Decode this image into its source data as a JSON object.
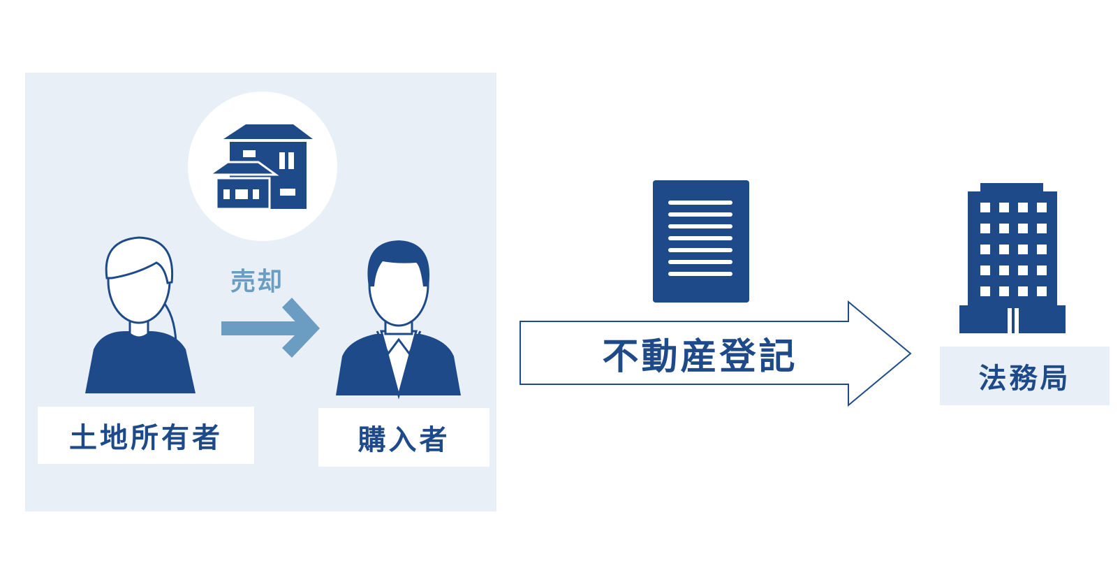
{
  "colors": {
    "navy": "#1e4a8a",
    "panel_bg": "#e8eff7",
    "light_blue": "#6b9dc2",
    "white": "#ffffff"
  },
  "icons": {
    "property": "house-icon",
    "owner": "woman-person-icon",
    "buyer": "man-person-icon",
    "transfer": "right-arrow-icon",
    "registry_document": "document-icon",
    "authority": "office-building-icon",
    "flow": "large-outline-arrow-icon"
  },
  "labels": {
    "owner": "土地所有者",
    "buyer": "購入者",
    "sale": "売却",
    "registration": "不動産登記",
    "authority": "法務局"
  }
}
